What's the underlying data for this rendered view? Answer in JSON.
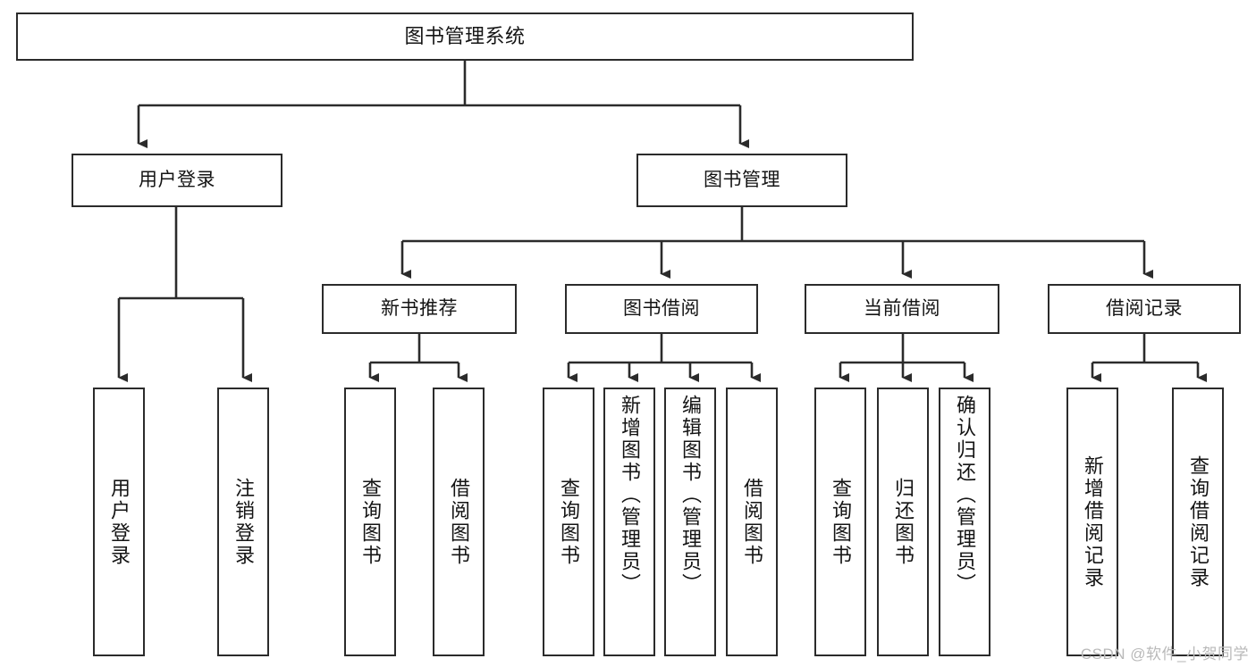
{
  "diagram": {
    "type": "tree-hierarchy-chart",
    "title": "图书管理系统",
    "stroke_color": "#2b2b2b",
    "background_color": "#ffffff",
    "root": {
      "label": "图书管理系统"
    },
    "level2": [
      {
        "label": "用户登录"
      },
      {
        "label": "图书管理"
      }
    ],
    "level3": [
      {
        "label": "新书推荐"
      },
      {
        "label": "图书借阅"
      },
      {
        "label": "当前借阅"
      },
      {
        "label": "借阅记录"
      }
    ],
    "leaves": {
      "user_login": [
        {
          "label": "用户登录"
        },
        {
          "label": "注销登录"
        }
      ],
      "new_book_recommend": [
        {
          "label": "查询图书"
        },
        {
          "label": "借阅图书"
        }
      ],
      "book_borrow": [
        {
          "label": "查询图书"
        },
        {
          "label": "新增图书（管理员）"
        },
        {
          "label": "编辑图书（管理员）"
        },
        {
          "label": "借阅图书"
        }
      ],
      "current_borrow": [
        {
          "label": "查询图书"
        },
        {
          "label": "归还图书"
        },
        {
          "label": "确认归还（管理员）"
        }
      ],
      "borrow_record": [
        {
          "label": "新增借阅记录"
        },
        {
          "label": "查询借阅记录"
        }
      ]
    },
    "watermark": "CSDN @软件_小贺同学"
  }
}
